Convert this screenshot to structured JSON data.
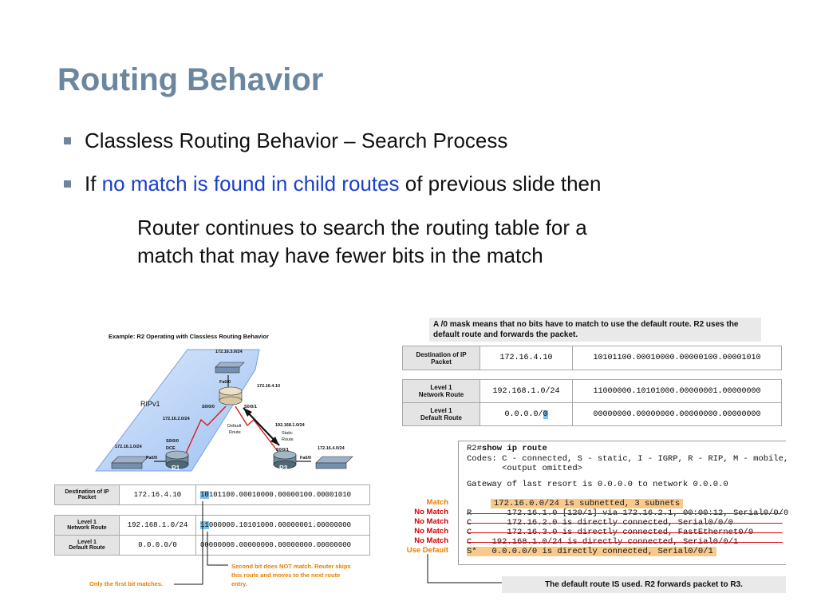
{
  "title": "Routing Behavior",
  "bullets": [
    {
      "text": "Classless Routing Behavior – Search Process"
    },
    {
      "prefix": "If ",
      "highlight": "no match is found in child routes",
      "suffix": " of previous slide then"
    }
  ],
  "sub_text_1": "Router continues to search the routing table for a",
  "sub_text_2": "match that may have fewer bits in the match",
  "colors": {
    "title": "#6b879f",
    "highlight": "#1a3fd0",
    "match": "#e67e00",
    "no_match": "#d40000",
    "selected_bit_bg": "#f8b560",
    "mismatch_bit_bg": "#7cc0ee"
  },
  "topology": {
    "caption": "Example: R2 Operating with Classless Routing Behavior",
    "area_label": "RIPv1",
    "routers": {
      "r1": "R1",
      "r3": "R3"
    },
    "nets": {
      "n1": "172.16.3.0/24",
      "n2": "172.16.4.10",
      "n3": "172.16.2.0/24",
      "n4": "192.168.1.0/24",
      "n5": "172.16.1.0/24",
      "n6": "172.16.4.0/24"
    },
    "ifaces": {
      "fa00_top": "Fa0/0",
      "s000_r2": "S0/0/0",
      "s001_r2": "S0/0/1",
      "s000_r1": "S0/0/0",
      "dce": "DCE",
      "fa00_r1": "Fa0/0",
      "s001_r3": "S0/0/1",
      "fa00_r3": "Fa0/0"
    },
    "default_route": [
      "Default",
      "Route"
    ],
    "static_route": [
      "Static",
      "Route"
    ]
  },
  "left_table": {
    "rows": [
      {
        "header": [
          "Destination of IP",
          "Packet"
        ],
        "addr": "172.16.4.10",
        "bits_mark": "10",
        "bits_rest": "101100.00010000.00000100.00001010"
      },
      {
        "header": [
          "Level 1",
          "Network Route"
        ],
        "addr": "192.168.1.0/24",
        "bits_mark": "11",
        "bits_rest": "000000.10101000.00000001.00000000"
      },
      {
        "header": [
          "Level 1",
          "Default Route"
        ],
        "addr": "0.0.0.0/0",
        "bits_mark": "",
        "bits_rest": "00000000.00000000.00000000.00000000"
      }
    ],
    "note_first_bit": "Only the first bit matches.",
    "note_second_bit": [
      "Second bit does NOT match. Router skips",
      "this route and moves to the next route",
      "entry."
    ]
  },
  "right_table": {
    "note": [
      "A /0 mask means that no bits have to match to use the default route. R2 uses the",
      "default route and forwards the packet."
    ],
    "rows": [
      {
        "header": [
          "Destination of IP",
          "Packet"
        ],
        "addr": "172.16.4.10",
        "bits": "10101100.00010000.00000100.00001010"
      },
      {
        "header": [
          "Level 1",
          "Network Route"
        ],
        "addr": "192.168.1.0/24",
        "bits": "11000000.10101000.00000001.00000000"
      },
      {
        "header": [
          "Level 1",
          "Default Route"
        ],
        "addr_main": "0.0.0.0/",
        "addr_mark": "0",
        "bits": "00000000.00000000.00000000.00000000"
      }
    ]
  },
  "cli": {
    "prompt": "R2#",
    "command": "show ip route",
    "codes": "Codes: C - connected, S - static, I - IGRP, R - RIP, M - mobile,",
    "omitted": "       <output omitted>",
    "gateway": "Gateway of last resort is 0.0.0.0 to network 0.0.0.0",
    "subnetted": "172.16.0.0/24 is subnetted, 3 subnets",
    "routes": [
      "R       172.16.1.0 [120/1] via 172.16.2.1, 00:00:12, Serial0/0/0",
      "C       172.16.2.0 is directly connected, Serial0/0/0",
      "C       172.16.3.0 is directly connected, FastEthernet0/0",
      "C    192.168.1.0/24 is directly connected, Serial0/0/1"
    ],
    "default_line": "S*   0.0.0.0/0 is directly connected, Serial0/0/1",
    "labels": [
      "Match",
      "No Match",
      "No Match",
      "No Match",
      "No Match",
      "Use Default"
    ],
    "footer": "The default route IS used. R2 forwards packet to R3."
  }
}
